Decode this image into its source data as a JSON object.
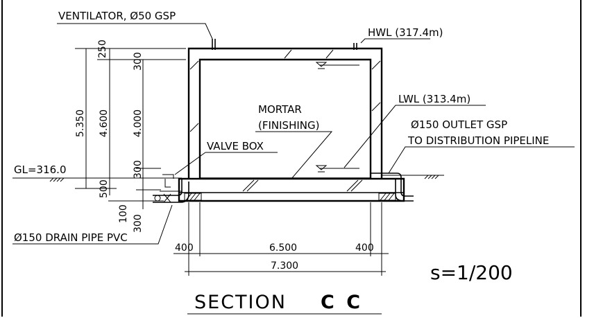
{
  "labels": {
    "ventilator": "VENTILATOR, Ø50 GSP",
    "hwl": "HWL (317.4m)",
    "lwl": "LWL (313.4m)",
    "mortar_line1": "MORTAR",
    "mortar_line2": "(FINISHING)",
    "outlet_line1": "Ø150 OUTLET GSP",
    "outlet_line2": "TO DISTRIBUTION PIPELINE",
    "valve_box": "VALVE BOX",
    "gl": "GL=316.0",
    "drain": "Ø150 DRAIN PIPE PVC",
    "scale": "s=1/200",
    "section_word": "SECTION",
    "section_id": "C C"
  },
  "dimensions": {
    "vertical": {
      "d250": "250",
      "d300_top": "300",
      "d5350": "5.350",
      "d4600": "4.600",
      "d4000": "4.000",
      "d300_mid": "300",
      "d500": "500",
      "d100": "100",
      "d300_bot": "300"
    },
    "horizontal": {
      "d400_left": "400",
      "d6500": "6.500",
      "d400_right": "400",
      "d7300": "7.300"
    }
  }
}
